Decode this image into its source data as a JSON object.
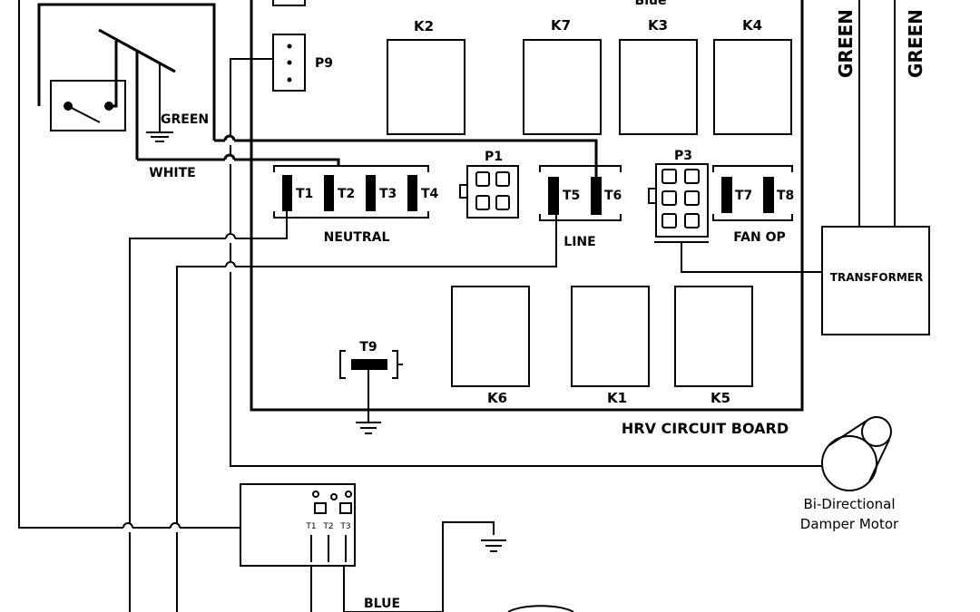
{
  "board": {
    "title": "HRV CIRCUIT BOARD",
    "top_cut_label": "Blue",
    "relays_top": [
      "K2",
      "K7",
      "K3",
      "K4"
    ],
    "relays_bottom": [
      "K6",
      "K1",
      "K5"
    ],
    "connectors": {
      "p9": "P9",
      "p1": "P1",
      "p3": "P3"
    },
    "terminals": [
      "T1",
      "T2",
      "T3",
      "T4",
      "T5",
      "T6",
      "T7",
      "T8",
      "T9"
    ],
    "groups": {
      "neutral": "NEUTRAL",
      "line": "LINE",
      "fan_op": "FAN OP"
    }
  },
  "wire_labels": {
    "green": "GREEN",
    "white": "WHITE",
    "blue": "BLUE"
  },
  "right_labels": [
    "GREEN",
    "GREEN"
  ],
  "transformer": "TRANSFORMER",
  "motor": {
    "line1": "Bi-Directional",
    "line2": "Damper Motor"
  },
  "switch_box": {
    "terminals": [
      "T1",
      "T2",
      "T3"
    ]
  }
}
